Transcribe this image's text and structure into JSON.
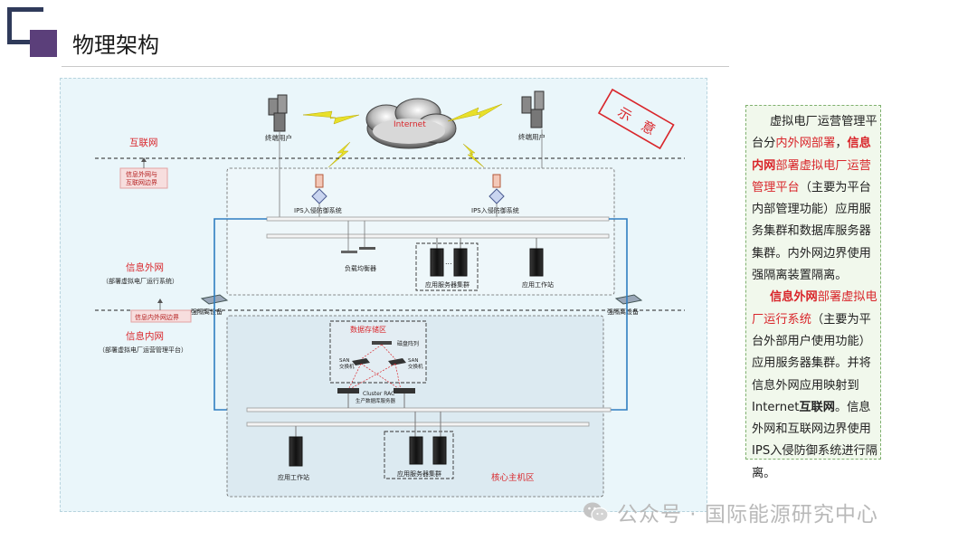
{
  "header": {
    "title": "物理架构"
  },
  "diagram": {
    "stamp": [
      "示",
      "意"
    ],
    "internet_cloud": "Internet",
    "terminal_users": [
      "终端用户",
      "终端用户"
    ],
    "zones": {
      "internet": "互联网",
      "extranet": "信息外网",
      "extranet_sub": "（部署虚拟电厂运行系统）",
      "intranet": "信息内网",
      "intranet_sub": "（部署虚拟电厂运营管理平台）"
    },
    "boundaries": {
      "internet_boundary": "信息外网与\n互联网边界",
      "inner_outer_boundary": "信息内外网边界"
    },
    "isolation_devices": [
      "强隔离设备",
      "强隔离设备"
    ],
    "ips_labels": [
      "IPS入侵防御系统",
      "IPS入侵防御系统"
    ],
    "load_balancer": "负载均衡器",
    "app_cluster_ext": "应用服务器集群",
    "app_workstation_ext": "应用工作站",
    "storage_zone": {
      "title": "数据存储区",
      "disk_array": "磁盘阵列",
      "san_switch": "SAN\n交换机",
      "cluster": "Cluster RAC",
      "db_servers": "生产数据库服务器"
    },
    "app_workstation_int": "应用工作站",
    "app_cluster_int": "应用服务器集群",
    "core_zone": "核心主机区"
  },
  "note": {
    "p1": [
      {
        "text": "虚拟电厂运营管理平台分",
        "style": ""
      },
      {
        "text": "内外网部署",
        "style": "red"
      },
      {
        "text": "，",
        "style": ""
      },
      {
        "text": "信息内网",
        "style": "redb"
      },
      {
        "text": "部署虚拟电厂运营管理平台",
        "style": "red"
      },
      {
        "text": "（主要为平台内部管理功能）应用服务集群和数据库服务器集群。内外网边界使用强隔离装置隔离。",
        "style": ""
      }
    ],
    "p2": [
      {
        "text": "信息外网",
        "style": "redb"
      },
      {
        "text": "部署虚拟电厂运行系统",
        "style": "red"
      },
      {
        "text": "（主要为平台外部用户使用功能）应用服务器集群。并将信息外网应用映射到Internet",
        "style": ""
      },
      {
        "text": "互联网",
        "style": "b"
      },
      {
        "text": "。信息外网和互联网边界使用IPS入侵防御系统进行隔离。",
        "style": ""
      }
    ]
  },
  "watermark": "公众号 · 国际能源研究中心",
  "colors": {
    "accent_dark": "#2f3a5a",
    "accent_purple": "#5b3f7a",
    "red": "#d9262b",
    "link_blue": "#2f7ec1",
    "lightning": "#e8e02a"
  }
}
